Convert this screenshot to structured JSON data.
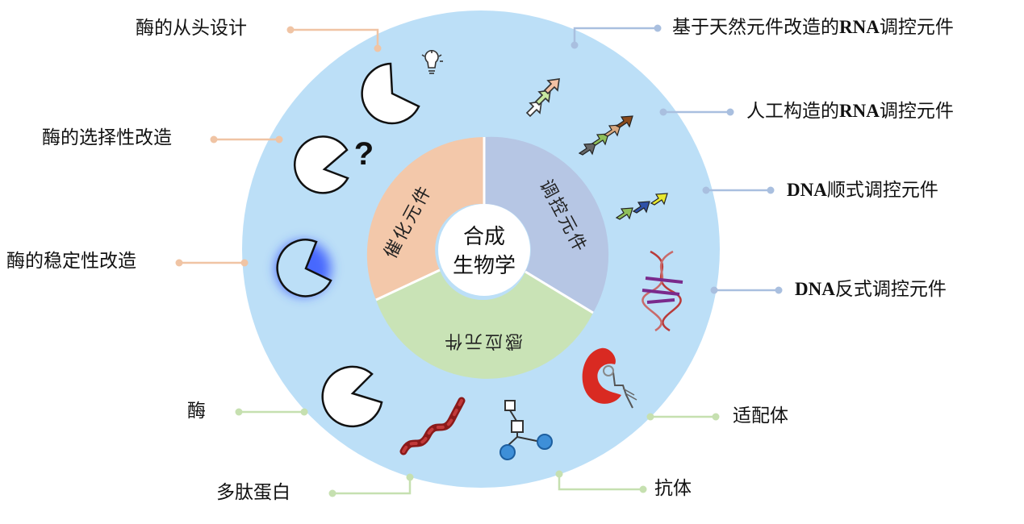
{
  "center": {
    "line1": "合成",
    "line2": "生物学"
  },
  "sectors": {
    "catalytic": {
      "label": "催化元件",
      "color": "#f3c8aa"
    },
    "regulatory": {
      "label": "调控元件",
      "color": "#b6c6e4"
    },
    "sensing": {
      "label": "感应元件",
      "color": "#c9e3b6"
    }
  },
  "ring_color": "#bcdff7",
  "labels": {
    "enzyme_denovo": "酶的从头设计",
    "enzyme_selectivity": "酶的选择性改造",
    "enzyme_stability": "酶的稳定性改造",
    "enzyme": "酶",
    "polypeptide": "多肽蛋白",
    "antibody": "抗体",
    "aptamer": "适配体",
    "rna_natural_prefix": "基于天然元件改造的",
    "rna_natural_bold": "RNA",
    "rna_natural_suffix": "调控元件",
    "rna_artificial_prefix": "人工构造的",
    "rna_artificial_bold": "RNA",
    "rna_artificial_suffix": "调控元件",
    "dna_cis_bold": "DNA",
    "dna_cis_suffix": "顺式调控元件",
    "dna_trans_bold": "DNA",
    "dna_trans_suffix": "反式调控元件"
  },
  "icons": {
    "question": "?"
  }
}
